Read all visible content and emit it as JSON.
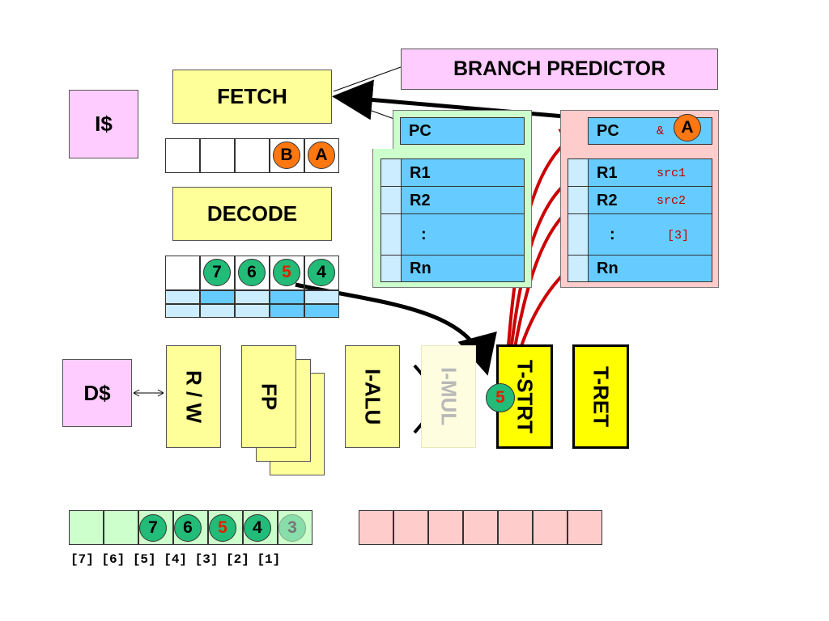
{
  "blocks": {
    "icache": "I$",
    "dcache": "D$",
    "fetch": "FETCH",
    "decode": "DECODE",
    "branch_predictor": "BRANCH PREDICTOR"
  },
  "fetch_queue": {
    "slots": [
      "",
      "",
      "",
      "B",
      "A"
    ]
  },
  "decode_queue": {
    "slots": [
      "",
      "7",
      "6",
      "5",
      "4"
    ],
    "highlight": "5"
  },
  "units": {
    "rw": "R / W",
    "fp": "FP",
    "ialu": "I-ALU",
    "imul": "I-MUL",
    "tstrt": "T-STRT",
    "tret": "T-RET"
  },
  "traveling_instruction": "5",
  "regfile_left": {
    "pc": "PC",
    "regs": [
      "R1",
      "R2",
      ":",
      "Rn"
    ]
  },
  "regfile_right": {
    "pc": "PC",
    "pc_annot": "&",
    "pc_badge": "A",
    "regs": [
      "R1",
      "R2",
      ":",
      "Rn"
    ],
    "annotations": [
      "src1",
      "src2",
      "[3]"
    ]
  },
  "rob": {
    "slots": [
      "",
      "",
      "7",
      "6",
      "5",
      "4",
      "3"
    ],
    "indices": "[7] [6] [5] [4] [3] [2] [1]"
  },
  "colors": {
    "yellow": "#ffff99",
    "pink": "#ffccff",
    "blue": "#66ccff",
    "green_token": "#22bb77",
    "orange_token": "#ff7711",
    "arrow_red": "#cc0000",
    "bright_yellow": "#ffff00"
  }
}
